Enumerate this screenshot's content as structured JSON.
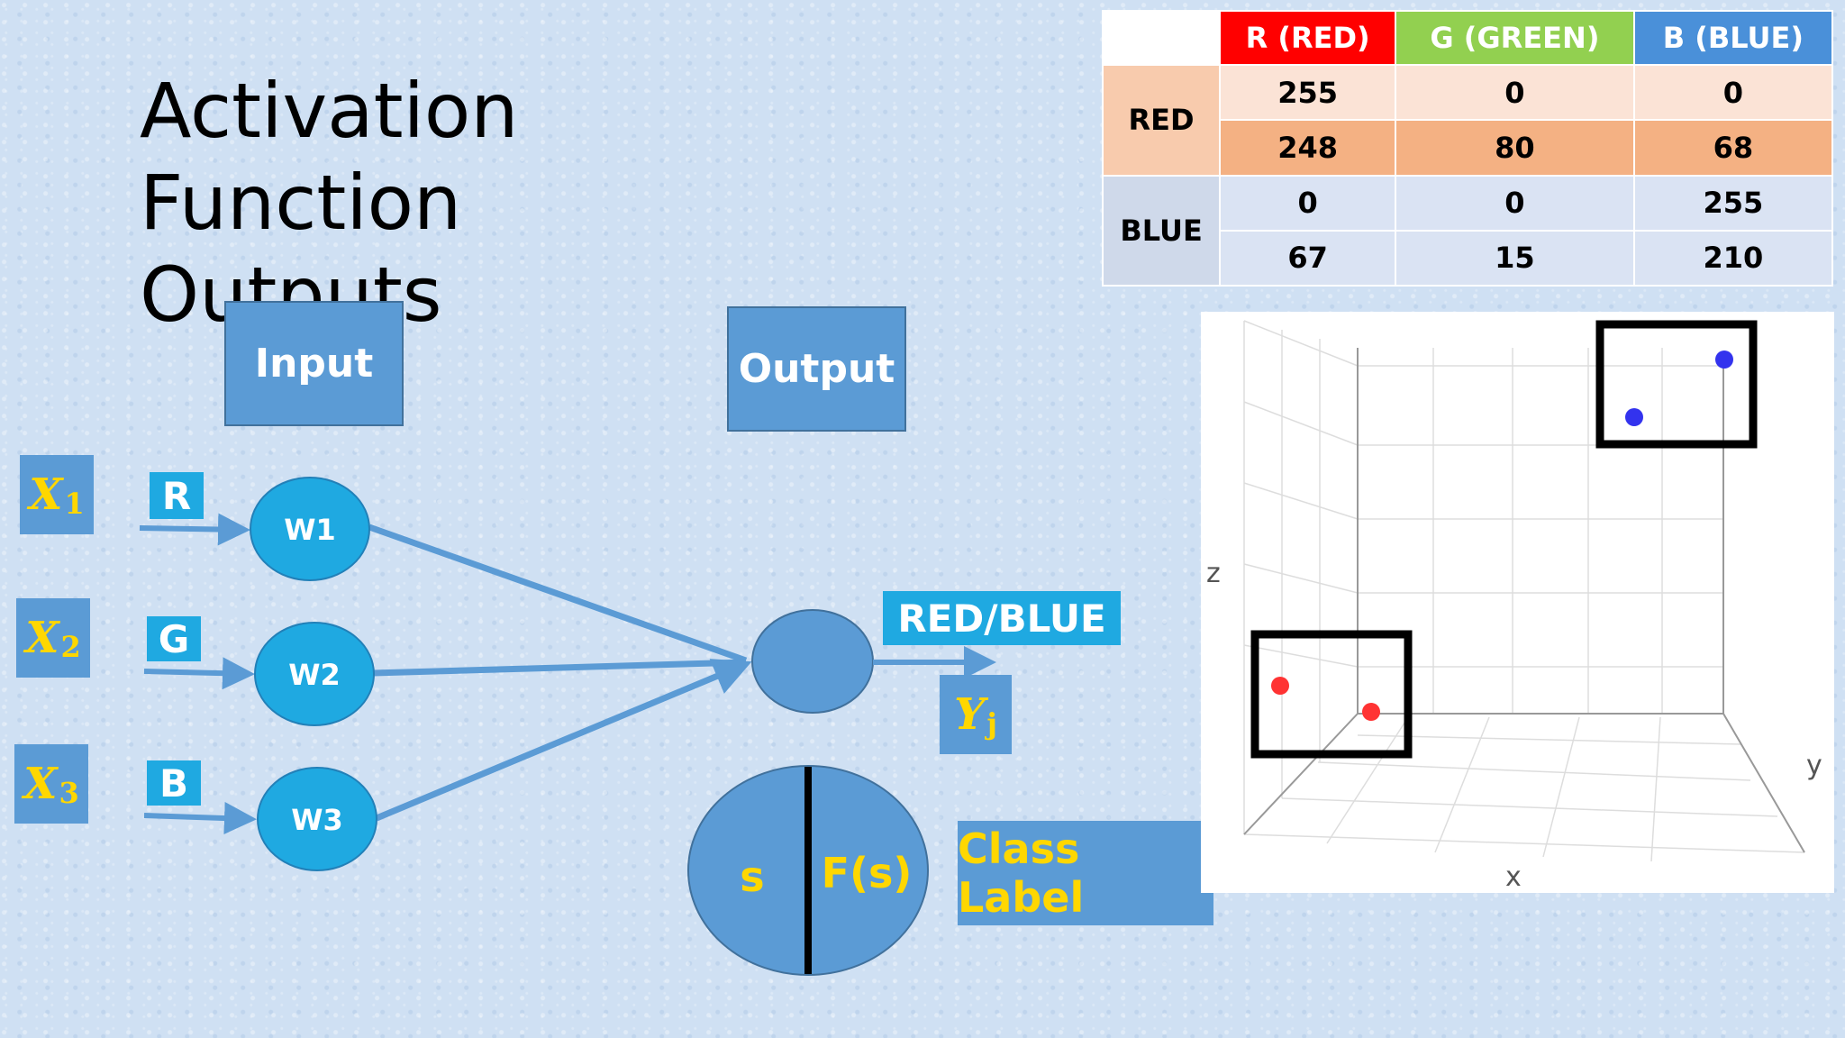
{
  "slide": {
    "title_line1": "Activation Function",
    "title_line2": "Outputs"
  },
  "diagram": {
    "input_label": "Input",
    "output_label": "Output",
    "inputs": [
      {
        "symbol": "X",
        "sub": "1",
        "channel": "R",
        "weight": "W1"
      },
      {
        "symbol": "X",
        "sub": "2",
        "channel": "G",
        "weight": "W2"
      },
      {
        "symbol": "X",
        "sub": "3",
        "channel": "B",
        "weight": "W3"
      }
    ],
    "result_label": "RED/BLUE",
    "y_symbol": "Y",
    "y_sub": "j",
    "sum_label": "s",
    "func_label": "F(s)",
    "class_label": "Class Label"
  },
  "table": {
    "headers": [
      "R (RED)",
      "G (GREEN)",
      "B (BLUE)"
    ],
    "header_colors": [
      "#ff0000",
      "#92d050",
      "#4a90d9"
    ],
    "groups": [
      {
        "label": "RED",
        "rows": [
          [
            "255",
            "0",
            "0"
          ],
          [
            "248",
            "80",
            "68"
          ]
        ]
      },
      {
        "label": "BLUE",
        "rows": [
          [
            "0",
            "0",
            "255"
          ],
          [
            "67",
            "15",
            "210"
          ]
        ]
      }
    ]
  },
  "scatter": {
    "xlabel": "x",
    "ylabel": "y",
    "zlabel": "z",
    "colors": {
      "red": "#ff3333",
      "blue": "#3333ee"
    }
  }
}
